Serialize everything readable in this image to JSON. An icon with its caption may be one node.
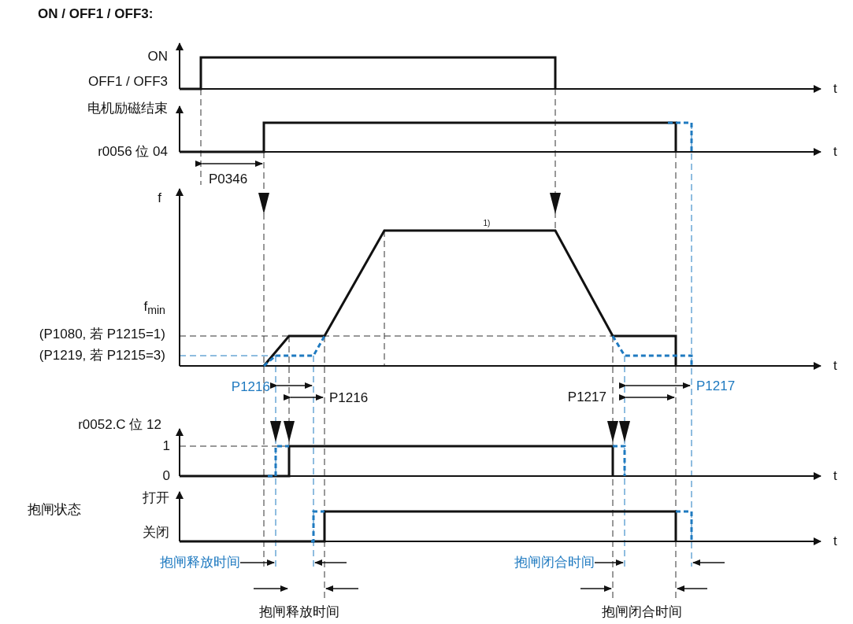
{
  "diagram": {
    "title": "ON / OFF1 / OFF3:",
    "labels": [
      "ON",
      "OFF1 / OFF3",
      "t",
      "电机励磁结束",
      "r0056 位 04",
      "t",
      "P0346",
      "f",
      "1)",
      "f$_{min}$",
      "(P1080, 若 P1215=1)",
      "(P1219, 若 P1215=3)",
      "t",
      "P1216",
      "P1216",
      "P1217",
      "P1217",
      "r0052.C 位 12",
      "1",
      "0",
      "t",
      "抱闸状态",
      "打开",
      "关闭",
      "t",
      "抱闸释放时间",
      "抱闸闭合时间",
      "抱闸释放时间",
      "抱闸闭合时间"
    ]
  }
}
